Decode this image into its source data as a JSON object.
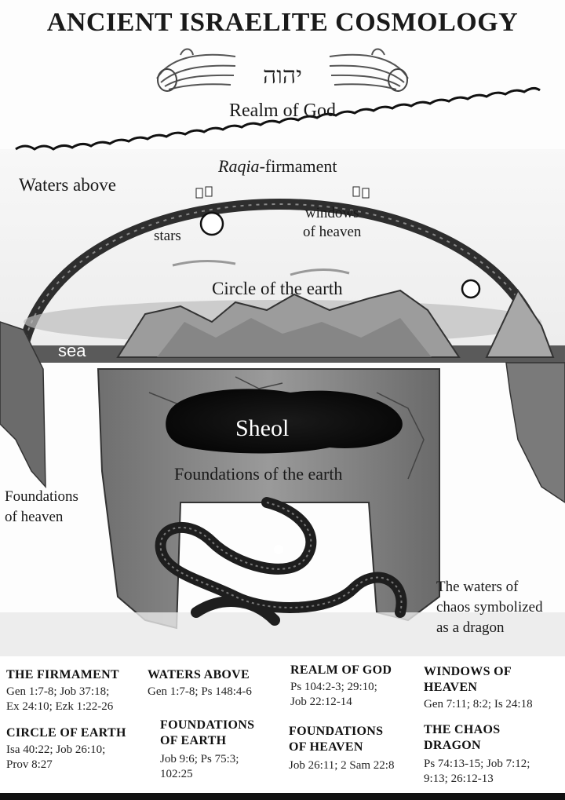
{
  "title": "ANCIENT ISRAELITE COSMOLOGY",
  "yhwh": "יהוה",
  "labels": {
    "realm_of_god": "Realm of God",
    "raqia_italic": "Raqia",
    "raqia_rest": "-firmament",
    "waters_above": "Waters above",
    "stars": "stars",
    "windows_line1": "windows",
    "windows_line2": "of heaven",
    "circle_of_earth": "Circle of the earth",
    "sea": "sea",
    "sheol": "Sheol",
    "foundations_of_earth": "Foundations of the earth",
    "foundations_heaven_line1": "Foundations",
    "foundations_heaven_line2": "of heaven",
    "chaos_line1": "The waters of",
    "chaos_line2": "chaos symbolized",
    "chaos_line3": "as a dragon"
  },
  "references": {
    "firmament": {
      "heading": "THE FIRMAMENT",
      "line1": "Gen 1:7-8; Job 37:18;",
      "line2": "Ex 24:10; Ezk 1:22-26"
    },
    "waters_above": {
      "heading": "WATERS ABOVE",
      "line1": "Gen 1:7-8; Ps 148:4-6"
    },
    "realm_of_god": {
      "heading": "REALM OF GOD",
      "line1": "Ps 104:2-3; 29:10;",
      "line2": "Job 22:12-14"
    },
    "windows_of_heaven": {
      "heading_line1": "WINDOWS OF",
      "heading_line2": "HEAVEN",
      "line1": "Gen 7:11; 8:2; Is 24:18"
    },
    "circle_of_earth": {
      "heading": "CIRCLE OF EARTH",
      "line1": "Isa 40:22; Job 26:10;",
      "line2": "Prov 8:27"
    },
    "foundations_of_earth": {
      "heading_line1": "FOUNDATIONS",
      "heading_line2": "OF EARTH",
      "line1": "Job 9:6; Ps 75:3;",
      "line2": "102:25"
    },
    "foundations_of_heaven": {
      "heading_line1": "FOUNDATIONS",
      "heading_line2": "OF HEAVEN",
      "line1": "Job 26:11; 2 Sam 22:8"
    },
    "chaos_dragon": {
      "heading_line1": "THE CHAOS",
      "heading_line2": "DRAGON",
      "line1": "Ps 74:13-15; Job 7:12;",
      "line2": "9:13; 26:12-13"
    }
  },
  "colors": {
    "dome": "#2e2e2e",
    "sheol": "#0d0d0d",
    "sea": "#5a5a5a",
    "pillar": "#8a8a8a",
    "mountain": "#9c9c9c"
  }
}
